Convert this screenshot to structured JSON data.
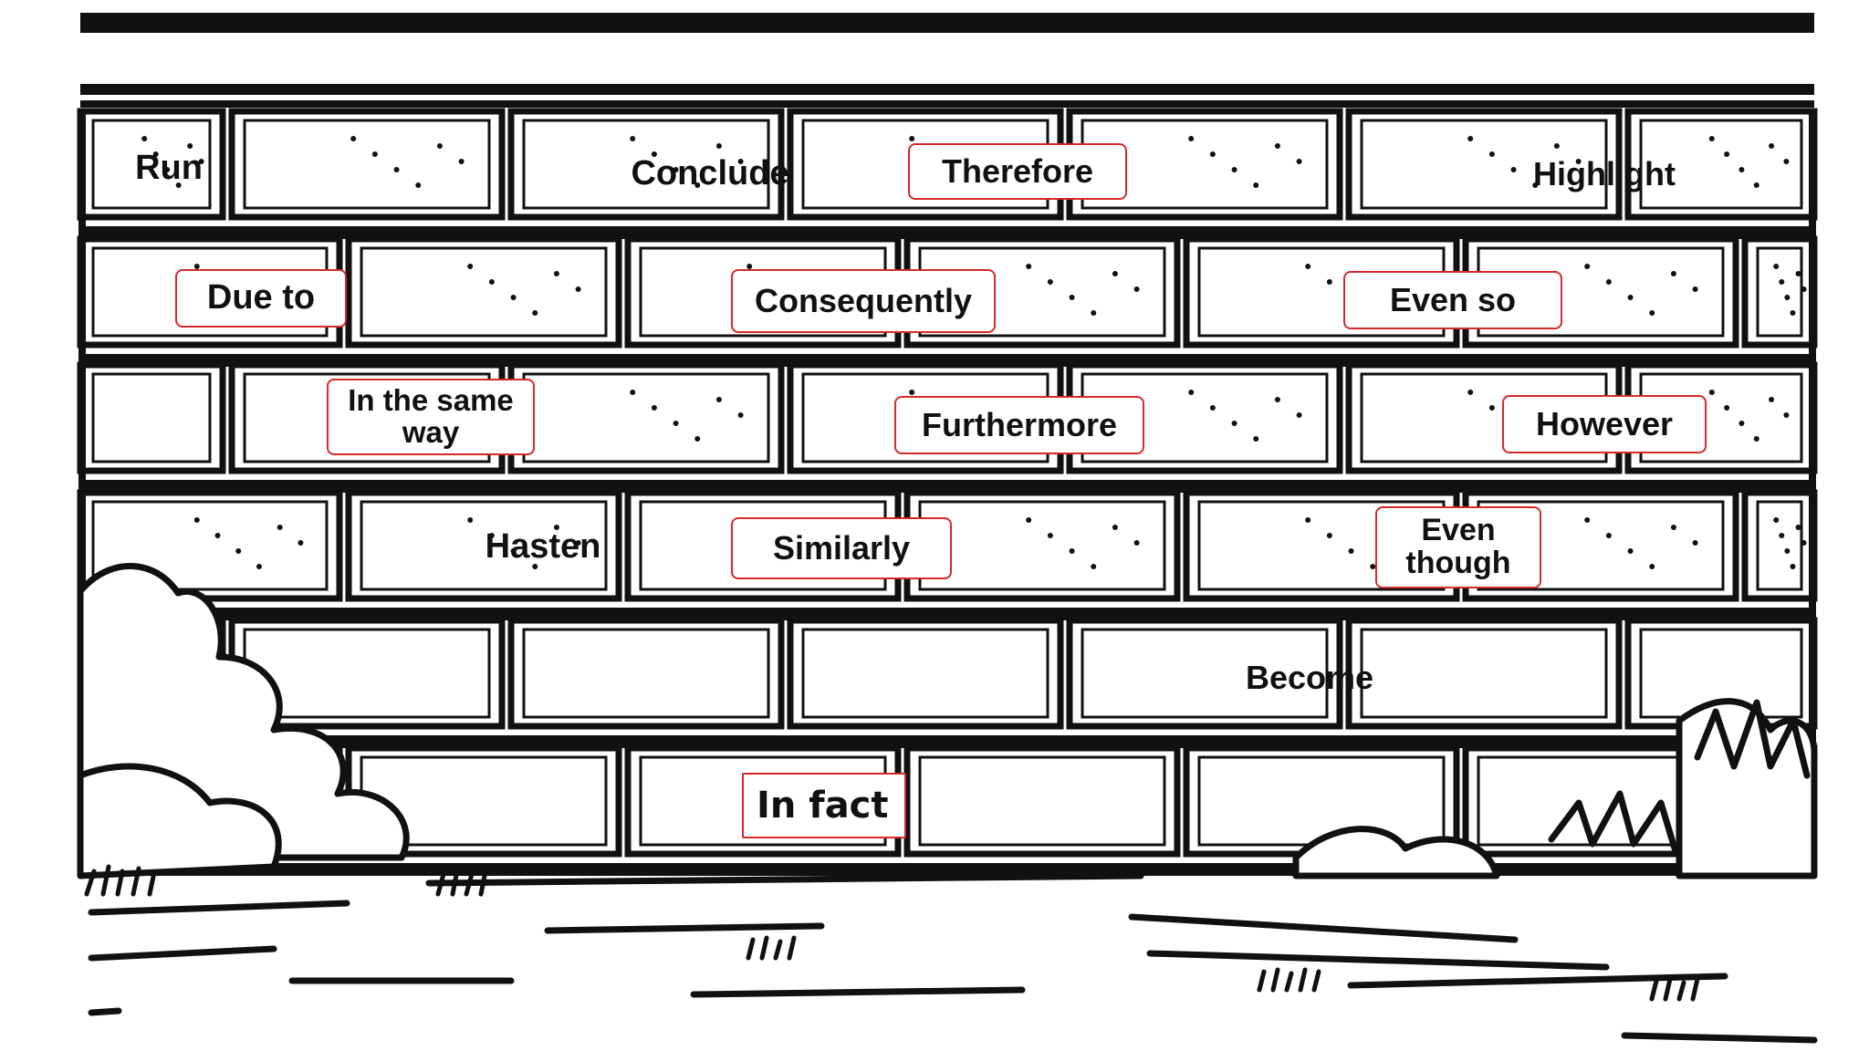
{
  "words": {
    "run": "Run",
    "conclude": "Conclude",
    "therefore": "Therefore",
    "highlight": "Highlight",
    "due_to": "Due to",
    "consequently": "Consequently",
    "even_so": "Even so",
    "in_the_same_way": "In the same way",
    "furthermore": "Furthermore",
    "however": "However",
    "hasten": "Hasten",
    "similarly": "Similarly",
    "even_though": "Even though",
    "become": "Become",
    "in_fact": "In fact"
  },
  "colors": {
    "highlight_border": "#d32a2a",
    "ink": "#111111",
    "background": "#ffffff"
  }
}
